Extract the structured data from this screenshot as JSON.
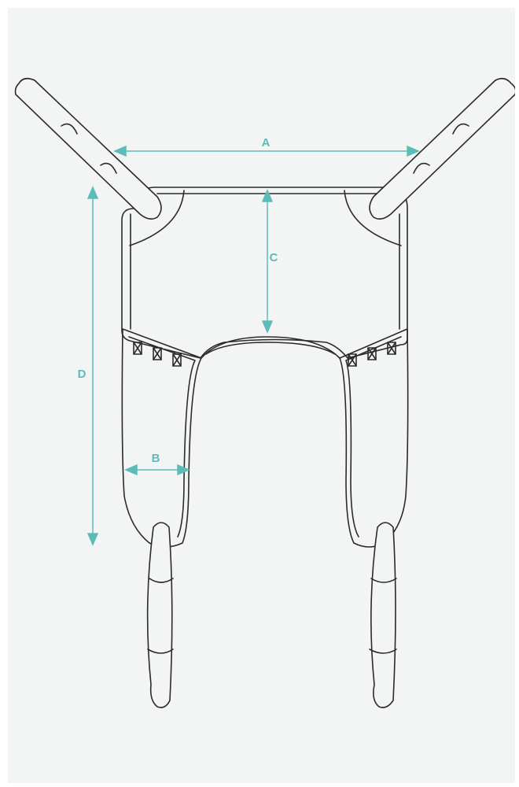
{
  "diagram": {
    "background_color": "#f3f5f4",
    "outline_color": "#2b2b2b",
    "accent_color": "#5bbcb8",
    "labels": {
      "a": "A",
      "b": "B",
      "c": "C",
      "d": "D"
    }
  }
}
